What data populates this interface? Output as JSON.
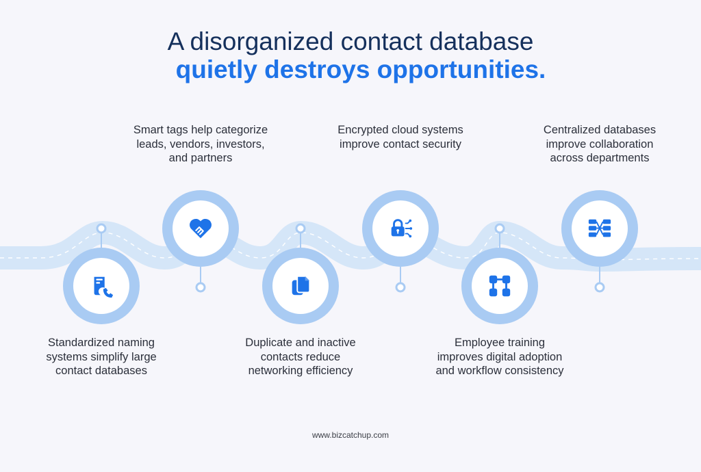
{
  "title": {
    "line1": "A disorganized contact database",
    "line2": "quietly destroys opportunities."
  },
  "colors": {
    "title_dark": "#15305c",
    "accent": "#1e73e8",
    "ring": "#a9cbf3",
    "road": "#d5e6f8"
  },
  "steps": [
    {
      "icon": "contact-book-icon",
      "text": "Standardized naming systems simplify large contact databases"
    },
    {
      "icon": "handshake-heart-icon",
      "text": "Smart tags help categorize leads, vendors, investors, and partners"
    },
    {
      "icon": "duplicate-files-icon",
      "text": "Duplicate and inactive contacts reduce networking efficiency"
    },
    {
      "icon": "encrypted-lock-icon",
      "text": "Encrypted cloud systems improve contact security"
    },
    {
      "icon": "workflow-nodes-icon",
      "text": "Employee training improves digital adoption and workflow consistency"
    },
    {
      "icon": "database-network-icon",
      "text": "Centralized databases improve collaboration across departments"
    }
  ],
  "footer": "www.bizcatchup.com"
}
